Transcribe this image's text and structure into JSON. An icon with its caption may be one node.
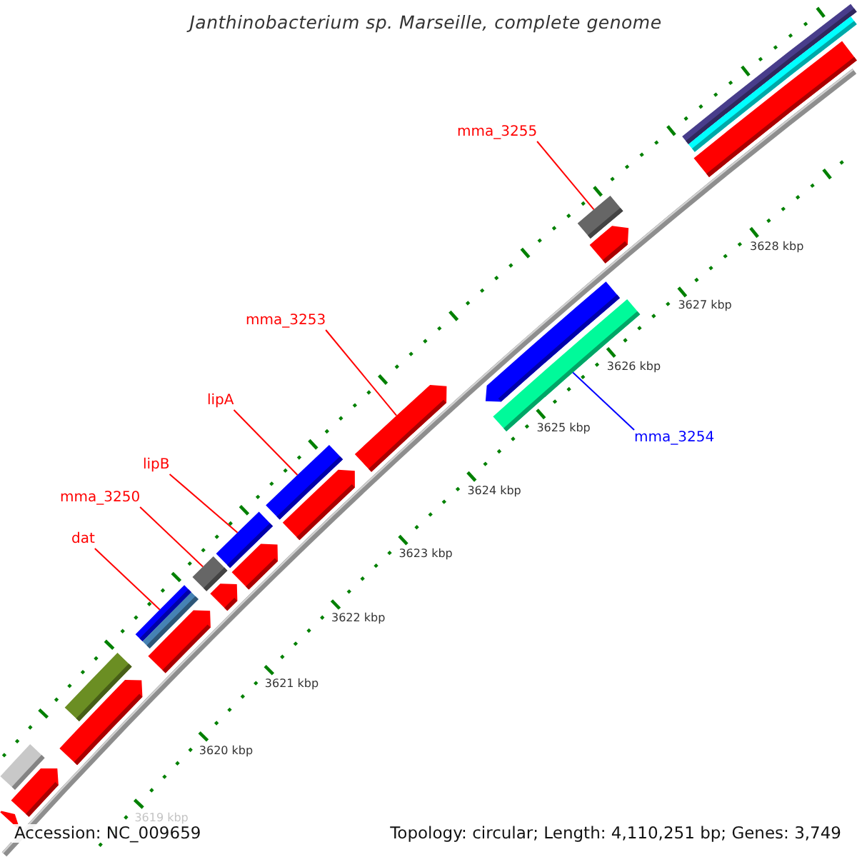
{
  "diagram": {
    "title": "Janthinobacterium sp. Marseille, complete genome",
    "nodes": [
      {
        "text": [
          "mma_3255"
        ]
      },
      {
        "text": [
          "mma_3253"
        ]
      },
      {
        "text": [
          "lipA"
        ]
      },
      {
        "text": [
          "mma_3254"
        ]
      },
      {
        "text": [
          "lipB"
        ]
      },
      {
        "text": [
          "mma_3250"
        ]
      },
      {
        "text": [
          "dat"
        ]
      },
      {
        "text": [],
        "shape": "bar"
      },
      {
        "text": [],
        "shape": "bar"
      },
      {
        "text": [],
        "shape": "bar"
      },
      {
        "text": [],
        "shape": "bar"
      },
      {
        "text": [],
        "shape": "bar"
      },
      {
        "text": [],
        "shape": "bar"
      },
      {
        "text": [],
        "shape": "bar"
      },
      {
        "text": [],
        "shape": "bar"
      },
      {
        "text": [],
        "shape": "bar"
      },
      {
        "text": [],
        "shape": "bar"
      },
      {
        "text": [],
        "shape": "bar"
      },
      {
        "text": [],
        "shape": "bar"
      },
      {
        "text": [],
        "shape": "bar"
      },
      {
        "text": [],
        "shape": "bar"
      },
      {
        "text": [],
        "shape": "bar"
      },
      {
        "text": [],
        "shape": "bar"
      },
      {
        "text": [],
        "shape": "bar"
      },
      {
        "text": [],
        "shape": "bar"
      },
      {
        "text": [],
        "shape": "bar"
      },
      {
        "text": [],
        "shape": "bar"
      },
      {
        "text": [],
        "shape": "bar"
      },
      {
        "text": [],
        "shape": "bar"
      }
    ],
    "edges": [
      {
        "from": 0,
        "to": 24,
        "arrow": "none"
      },
      {
        "from": 1,
        "to": 21,
        "arrow": "none"
      },
      {
        "from": 2,
        "to": 19,
        "arrow": "none"
      },
      {
        "from": 3,
        "to": 23,
        "arrow": "none",
        "color": "#0000ff"
      },
      {
        "from": 4,
        "to": 17,
        "arrow": "none"
      },
      {
        "from": 5,
        "to": 15,
        "arrow": "none"
      },
      {
        "from": 6,
        "to": 12,
        "arrow": "none"
      }
    ],
    "labels": [
      "3628 kbp",
      "3627 kbp",
      "3626 kbp",
      "3625 kbp",
      "3624 kbp",
      "3623 kbp",
      "3622 kbp",
      "3621 kbp",
      "3620 kbp",
      "3619 kbp",
      "Accession: NC_009659",
      "Topology: circular; Length: 4,110,251 bp; Genes: 3,749"
    ]
  }
}
